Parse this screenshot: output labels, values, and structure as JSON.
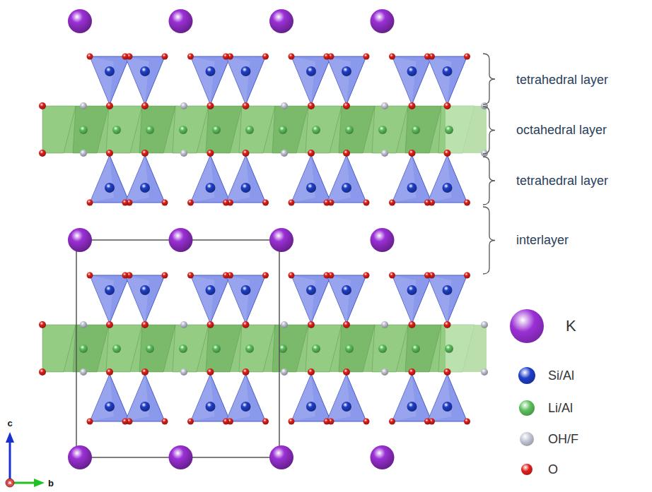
{
  "diagram": {
    "labels": [
      "tetrahedral layer",
      "octahedral layer",
      "tetrahedral layer",
      "interlayer",
      "c",
      "b",
      "a"
    ],
    "legend": [
      {
        "text": "K",
        "color": "#9b30d6"
      },
      {
        "text": "Si/Al",
        "color": "#1f3fc8"
      },
      {
        "text": "Li/Al",
        "color": "#5cc05c"
      },
      {
        "text": "OH/F",
        "color": "#c4c6d6"
      },
      {
        "text": "O",
        "color": "#e0201a"
      }
    ]
  }
}
